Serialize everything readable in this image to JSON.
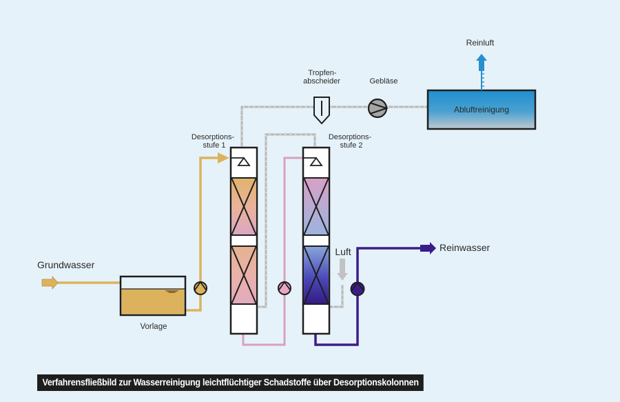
{
  "labels": {
    "grundwasser": "Grundwasser",
    "vorlage": "Vorlage",
    "desorption1": [
      "Desorptions-",
      "stufe 1"
    ],
    "desorption2": [
      "Desorptions-",
      "stufe 2"
    ],
    "tropfen": [
      "Tropfen-",
      "abscheider"
    ],
    "geblaese": "Gebläse",
    "abluft": "Abluftreinigung",
    "reinluft": "Reinluft",
    "luft": "Luft",
    "reinwasser": "Reinwasser"
  },
  "caption": "Verfahrensfließbild zur Wasserreinigung leichtflüchtiger Schadstoffe über Desorptionskolonnen",
  "colors": {
    "background": "#e6f2f9",
    "groundwater": "#dcb35c",
    "intermediate": "#d9a0bd",
    "clean_water": "#3b1d8a",
    "air_line": "#b8b8b8",
    "exhaust_box_top": "#1e8fcf",
    "exhaust_box_bottom": "#b9c9d3"
  }
}
